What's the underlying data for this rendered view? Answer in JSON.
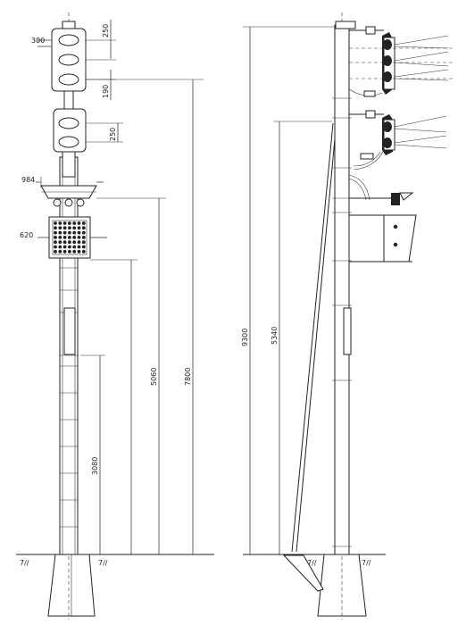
{
  "front_view": {
    "dims": {
      "lamp_diameter": "300",
      "lamp_spacing_top": "250",
      "lamp_gap": "190",
      "lamp_spacing_lower": "250",
      "bracket_width": "984",
      "pedestrian_panel_width": "620",
      "height_lower_signal": "3080",
      "height_panel": "5060",
      "height_total": "7800"
    },
    "ground_labels": [
      "7//",
      "7//"
    ]
  },
  "side_view": {
    "dims": {
      "height_upper_arm": "5340",
      "height_total": "9300"
    },
    "ground_labels": [
      "7//",
      "7//"
    ]
  },
  "colors": {
    "line": "#222222",
    "background": "#ffffff"
  }
}
